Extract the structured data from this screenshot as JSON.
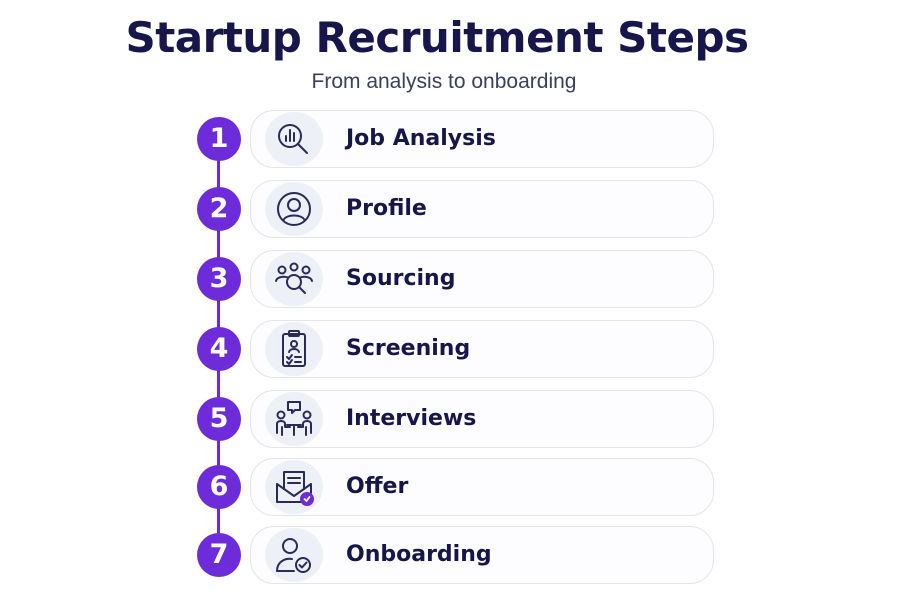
{
  "header": {
    "title": "Startup Recruitment Steps",
    "subtitle": "From analysis to onboarding"
  },
  "colors": {
    "accent": "#6e2bd9",
    "title": "#16164a",
    "icon_stroke": "#2a2a5a",
    "card_border": "#e3e4ec",
    "icon_bg": "#eef0f8"
  },
  "steps": [
    {
      "number": "1",
      "label": "Job Analysis",
      "icon": "chart-magnifier-icon"
    },
    {
      "number": "2",
      "label": "Profile",
      "icon": "user-profile-icon"
    },
    {
      "number": "3",
      "label": "Sourcing",
      "icon": "people-search-icon"
    },
    {
      "number": "4",
      "label": "Screening",
      "icon": "clipboard-check-icon"
    },
    {
      "number": "5",
      "label": "Interviews",
      "icon": "interview-meeting-icon"
    },
    {
      "number": "6",
      "label": "Offer",
      "icon": "envelope-check-icon"
    },
    {
      "number": "7",
      "label": "Onboarding",
      "icon": "user-check-icon"
    }
  ]
}
